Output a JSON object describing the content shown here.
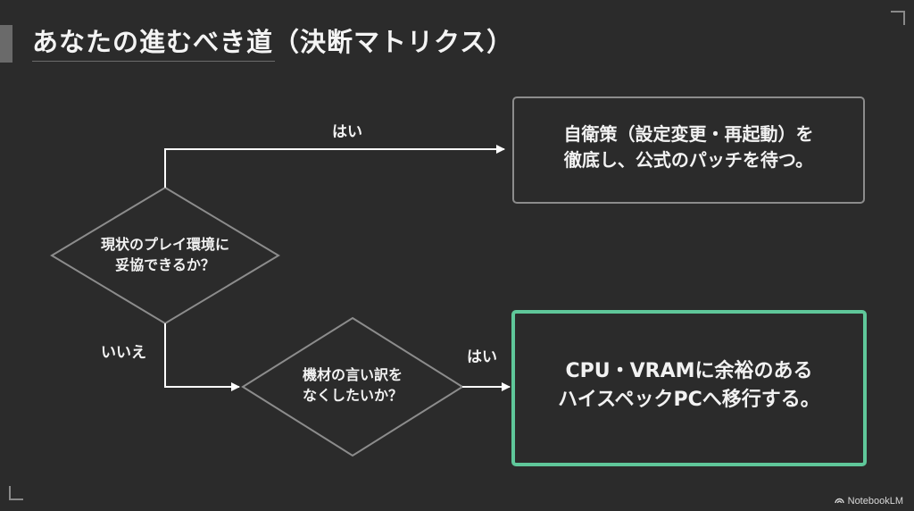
{
  "slide": {
    "title": "あなたの進むべき道（決断マトリクス）",
    "footer_brand": "NotebookLM"
  },
  "flowchart": {
    "decision1": {
      "line1": "現状のプレイ環境に",
      "line2": "妥協できるか？"
    },
    "decision2": {
      "line1": "機材の言い訳を",
      "line2": "なくしたいか？"
    },
    "outcome_yes": {
      "line1": "自衛策（設定変更・再起動）を",
      "line2": "徹底し、公式のパッチを待つ。"
    },
    "outcome_upgrade": {
      "line1": "CPU・VRAMに余裕のある",
      "line2": "ハイスペックPCへ移行する。"
    },
    "edge_labels": {
      "d1_yes": "はい",
      "d1_no": "いいえ",
      "d2_yes": "はい"
    },
    "colors": {
      "background": "#2b2b2b",
      "line": "#ffffff",
      "shape_stroke": "#8c8c8c",
      "highlight": "#5fc79a"
    }
  }
}
